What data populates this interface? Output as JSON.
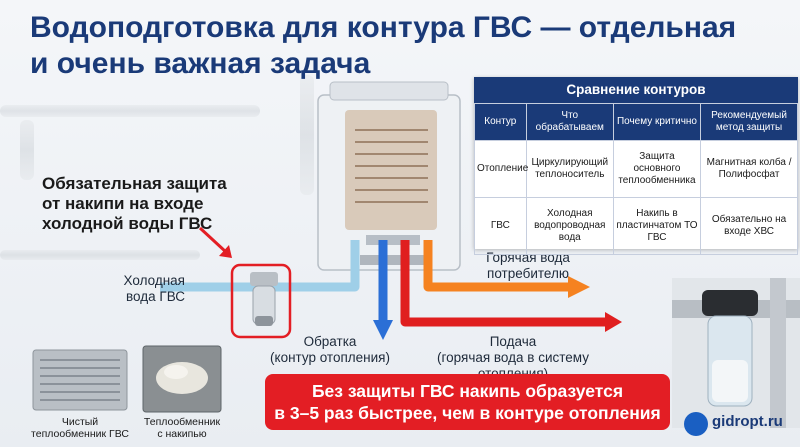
{
  "title": {
    "line1": "Водоподготовка для контура ГВС — отдельная",
    "line2": "и очень важная задача"
  },
  "callout": {
    "line1": "Обязательная защита",
    "line2": "от накипи на входе",
    "line3": "холодной воды ГВС"
  },
  "labels": {
    "cold_in_1": "Холодная",
    "cold_in_2": "вода ГВС",
    "hot_out_1": "Горячая вода",
    "hot_out_2": "потребителю",
    "return_1": "Обратка",
    "return_2": "(контур отопления)",
    "supply_1": "Подача",
    "supply_2": "(горячая вода в систему отопления)"
  },
  "comparison": {
    "title": "Сравнение контуров",
    "headers": [
      "Контур",
      "Что обрабатываем",
      "Почему критично",
      "Рекомендуемый метод защиты"
    ],
    "rows": [
      [
        "Отопление",
        "Циркулирующий теплоноситель",
        "Защита основного теплообменника",
        "Магнитная колба / Полифосфат"
      ],
      [
        "ГВС",
        "Холодная водопроводная вода",
        "Накипь в пластинчатом ТО ГВС",
        "Обязательно на входе ХВС"
      ]
    ]
  },
  "images": {
    "clean_caption_1": "Чистый",
    "clean_caption_2": "теплообменник ГВС",
    "scaled_caption_1": "Теплообменник",
    "scaled_caption_2": "с накипью"
  },
  "banner": {
    "line1": "Без защиты ГВС накипь образуется",
    "line2": "в 3–5 раз быстрее, чем в контуре отопления"
  },
  "brand": "gidropt.ru",
  "colors": {
    "title": "#1a3a78",
    "cold_pipe": "#9fcfe8",
    "return_pipe": "#2b6fd6",
    "supply_pipe": "#e01f1f",
    "hot_arrow": "#f58220",
    "highlight": "#e31e24"
  }
}
